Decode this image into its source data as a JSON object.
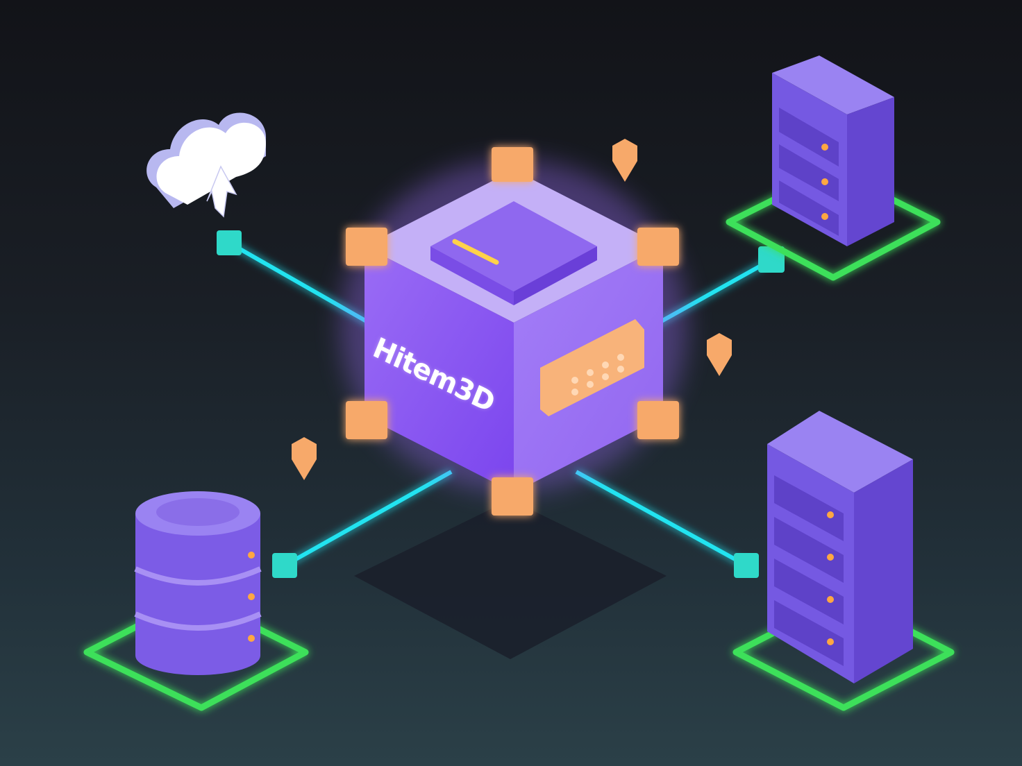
{
  "diagram": {
    "hub": {
      "label": "Hitem3D",
      "color": "#8b5cf6",
      "top_color": "#c4b0f7",
      "accent": "#ffb070"
    },
    "nodes": [
      {
        "id": "cloud",
        "type": "cloud-upload",
        "color": "#ffffff"
      },
      {
        "id": "server-top-right",
        "type": "server",
        "label": "",
        "color": "#7c5ce6"
      },
      {
        "id": "server-bottom-right",
        "type": "server",
        "label": "",
        "color": "#7c5ce6"
      },
      {
        "id": "database",
        "type": "database",
        "color": "#7c5ce6"
      }
    ],
    "connectors": {
      "color": "#22e3f0",
      "node_color": "#2fd9c9"
    },
    "platform_color": "#3de05a",
    "markers_color": "#f7a96a"
  }
}
